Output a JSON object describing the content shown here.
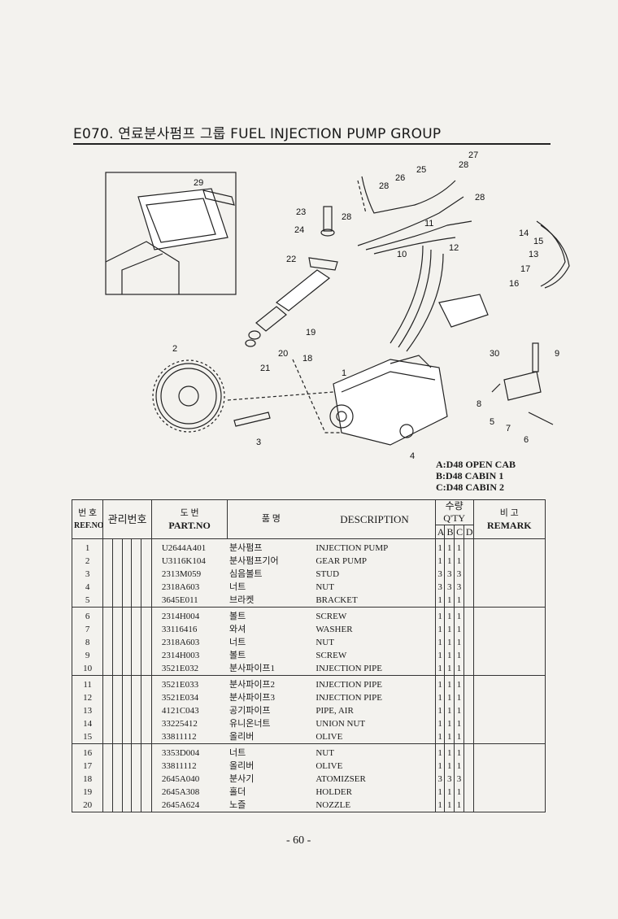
{
  "header": {
    "title": "E070. 연료분사펌프 그룹 FUEL INJECTION PUMP GROUP"
  },
  "diagram": {
    "callouts": [
      "1",
      "2",
      "3",
      "4",
      "5",
      "6",
      "7",
      "8",
      "9",
      "10",
      "11",
      "12",
      "13",
      "14",
      "15",
      "16",
      "17",
      "18",
      "19",
      "20",
      "21",
      "22",
      "23",
      "24",
      "25",
      "26",
      "27",
      "28",
      "28",
      "28",
      "28",
      "29",
      "30"
    ]
  },
  "variants": [
    "A:D48 OPEN CAB",
    "B:D48 CABIN 1",
    "C:D48 CABIN 2"
  ],
  "table": {
    "headers": {
      "ref_kor": "번 호",
      "ref_eng": "REF.NO",
      "mgmt_no": "관리번호",
      "part_kor": "도 번",
      "part_eng": "PART.NO",
      "name_kor": "품 명",
      "description": "DESCRIPTION",
      "qty_kor": "수량",
      "qty_eng": "Q'TY",
      "qty_cols": [
        "A",
        "B",
        "C",
        "D"
      ],
      "remark_kor": "비 고",
      "remark_eng": "REMARK"
    },
    "rows": [
      {
        "ref": "1",
        "part": "U2644A401",
        "kor": "분사펌프",
        "desc": "INJECTION PUMP",
        "a": "1",
        "b": "1",
        "c": "1",
        "d": ""
      },
      {
        "ref": "2",
        "part": "U3116K104",
        "kor": "분사펌프기어",
        "desc": "GEAR PUMP",
        "a": "1",
        "b": "1",
        "c": "1",
        "d": ""
      },
      {
        "ref": "3",
        "part": "2313M059",
        "kor": "심음볼트",
        "desc": "STUD",
        "a": "3",
        "b": "3",
        "c": "3",
        "d": ""
      },
      {
        "ref": "4",
        "part": "2318A603",
        "kor": "너트",
        "desc": "NUT",
        "a": "3",
        "b": "3",
        "c": "3",
        "d": ""
      },
      {
        "ref": "5",
        "part": "3645E011",
        "kor": "브라켓",
        "desc": "BRACKET",
        "a": "1",
        "b": "1",
        "c": "1",
        "d": ""
      },
      {
        "ref": "6",
        "part": "2314H004",
        "kor": "볼트",
        "desc": "SCREW",
        "a": "1",
        "b": "1",
        "c": "1",
        "d": ""
      },
      {
        "ref": "7",
        "part": "33116416",
        "kor": "와셔",
        "desc": "WASHER",
        "a": "1",
        "b": "1",
        "c": "1",
        "d": ""
      },
      {
        "ref": "8",
        "part": "2318A603",
        "kor": "너트",
        "desc": "NUT",
        "a": "1",
        "b": "1",
        "c": "1",
        "d": ""
      },
      {
        "ref": "9",
        "part": "2314H003",
        "kor": "볼트",
        "desc": "SCREW",
        "a": "1",
        "b": "1",
        "c": "1",
        "d": ""
      },
      {
        "ref": "10",
        "part": "3521E032",
        "kor": "분사파이프1",
        "desc": "INJECTION PIPE",
        "a": "1",
        "b": "1",
        "c": "1",
        "d": ""
      },
      {
        "ref": "11",
        "part": "3521E033",
        "kor": "분사파이프2",
        "desc": "INJECTION PIPE",
        "a": "1",
        "b": "1",
        "c": "1",
        "d": ""
      },
      {
        "ref": "12",
        "part": "3521E034",
        "kor": "분사파이프3",
        "desc": "INJECTION PIPE",
        "a": "1",
        "b": "1",
        "c": "1",
        "d": ""
      },
      {
        "ref": "13",
        "part": "4121C043",
        "kor": "공기파이프",
        "desc": "PIPE, AIR",
        "a": "1",
        "b": "1",
        "c": "1",
        "d": ""
      },
      {
        "ref": "14",
        "part": "33225412",
        "kor": "유니온너트",
        "desc": "UNION NUT",
        "a": "1",
        "b": "1",
        "c": "1",
        "d": ""
      },
      {
        "ref": "15",
        "part": "33811112",
        "kor": "올리버",
        "desc": "OLIVE",
        "a": "1",
        "b": "1",
        "c": "1",
        "d": ""
      },
      {
        "ref": "16",
        "part": "3353D004",
        "kor": "너트",
        "desc": "NUT",
        "a": "1",
        "b": "1",
        "c": "1",
        "d": ""
      },
      {
        "ref": "17",
        "part": "33811112",
        "kor": "올리버",
        "desc": "OLIVE",
        "a": "1",
        "b": "1",
        "c": "1",
        "d": ""
      },
      {
        "ref": "18",
        "part": "2645A040",
        "kor": "분사기",
        "desc": "ATOMIZSER",
        "a": "3",
        "b": "3",
        "c": "3",
        "d": ""
      },
      {
        "ref": "19",
        "part": "2645A308",
        "kor": "홀더",
        "desc": "HOLDER",
        "a": "1",
        "b": "1",
        "c": "1",
        "d": ""
      },
      {
        "ref": "20",
        "part": "2645A624",
        "kor": "노즐",
        "desc": "NOZZLE",
        "a": "1",
        "b": "1",
        "c": "1",
        "d": ""
      }
    ]
  },
  "page_number": "- 60 -"
}
